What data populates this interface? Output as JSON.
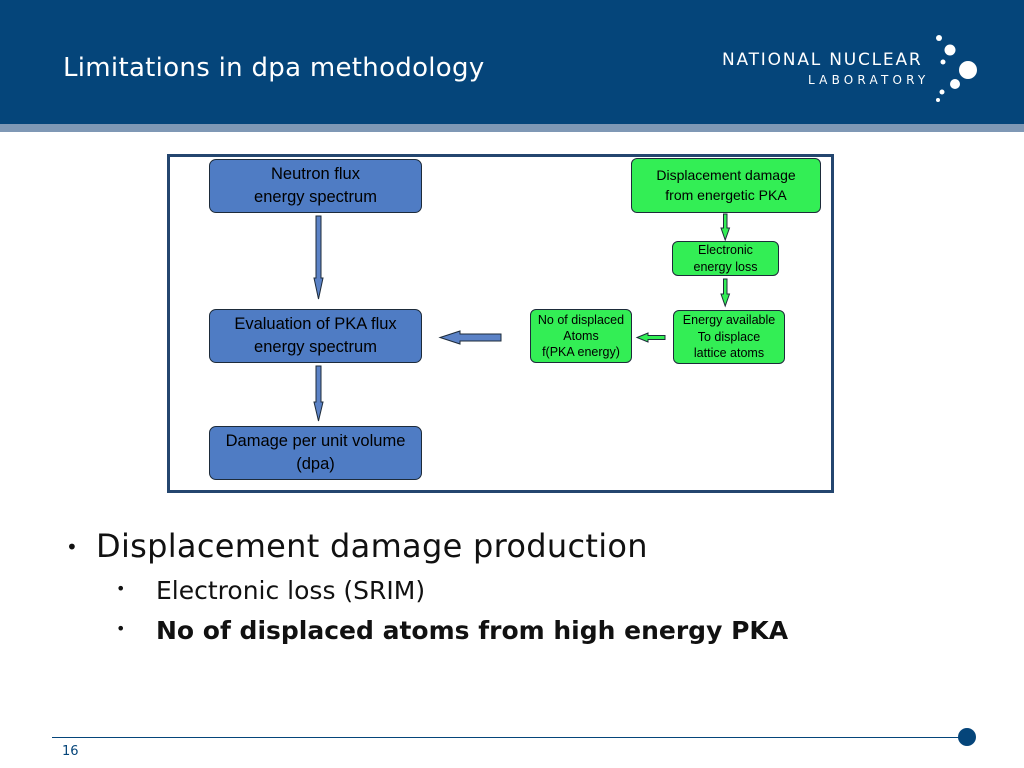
{
  "slide": {
    "title": "Limitations in dpa methodology",
    "page_number": "16"
  },
  "logo": {
    "line1": "NATIONAL NUCLEAR",
    "line2": "LABORATORY"
  },
  "diagram": {
    "neutron_flux": "Neutron flux\nenergy spectrum",
    "pka_flux": "Evaluation of  PKA flux\nenergy spectrum",
    "damage": "Damage per unit volume\n(dpa)",
    "displacement_damage": "Displacement damage\nfrom energetic PKA",
    "electronic_loss": "Electronic\nenergy loss",
    "energy_available": "Energy available\nTo displace\nlattice atoms",
    "displaced_atoms": "No of displaced\nAtoms\nf(PKA energy)"
  },
  "bullets": [
    {
      "text": "Displacement damage production",
      "level": 1,
      "marker": "•"
    },
    {
      "text": "Electronic loss (SRIM)",
      "level": 2,
      "marker": "•"
    },
    {
      "text": "No of displaced atoms from high energy PKA",
      "level": 2,
      "marker": "•",
      "bold": true
    }
  ],
  "colors": {
    "header": "#05457a",
    "node_blue": "#4f7cc4",
    "node_green": "#33ee55",
    "frame": "#24466f"
  }
}
